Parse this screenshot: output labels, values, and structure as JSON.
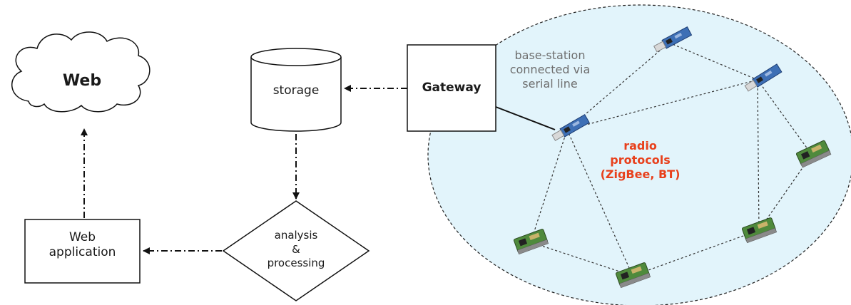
{
  "nodes": {
    "web": {
      "label": "Web"
    },
    "web_application": {
      "lines": [
        "Web",
        "application"
      ]
    },
    "storage": {
      "label": "storage"
    },
    "analysis": {
      "lines": [
        "analysis",
        "&",
        "processing"
      ]
    },
    "gateway": {
      "label": "Gateway"
    }
  },
  "annotations": {
    "base_station": [
      "base-station",
      "connected via",
      "serial line"
    ],
    "radio": [
      "radio",
      "protocols",
      "(ZigBee, BT)"
    ]
  },
  "colors": {
    "network_fill": "#e2f4fb",
    "radio_text": "#e8401c",
    "annotation_text": "#6e6e6e",
    "usb_board": "#3d6fb5",
    "sensor_board": "#4f8a3c"
  },
  "icons": {
    "usb_nodes": "usb-dongle-icon",
    "sensor_nodes": "sensor-mote-icon"
  }
}
